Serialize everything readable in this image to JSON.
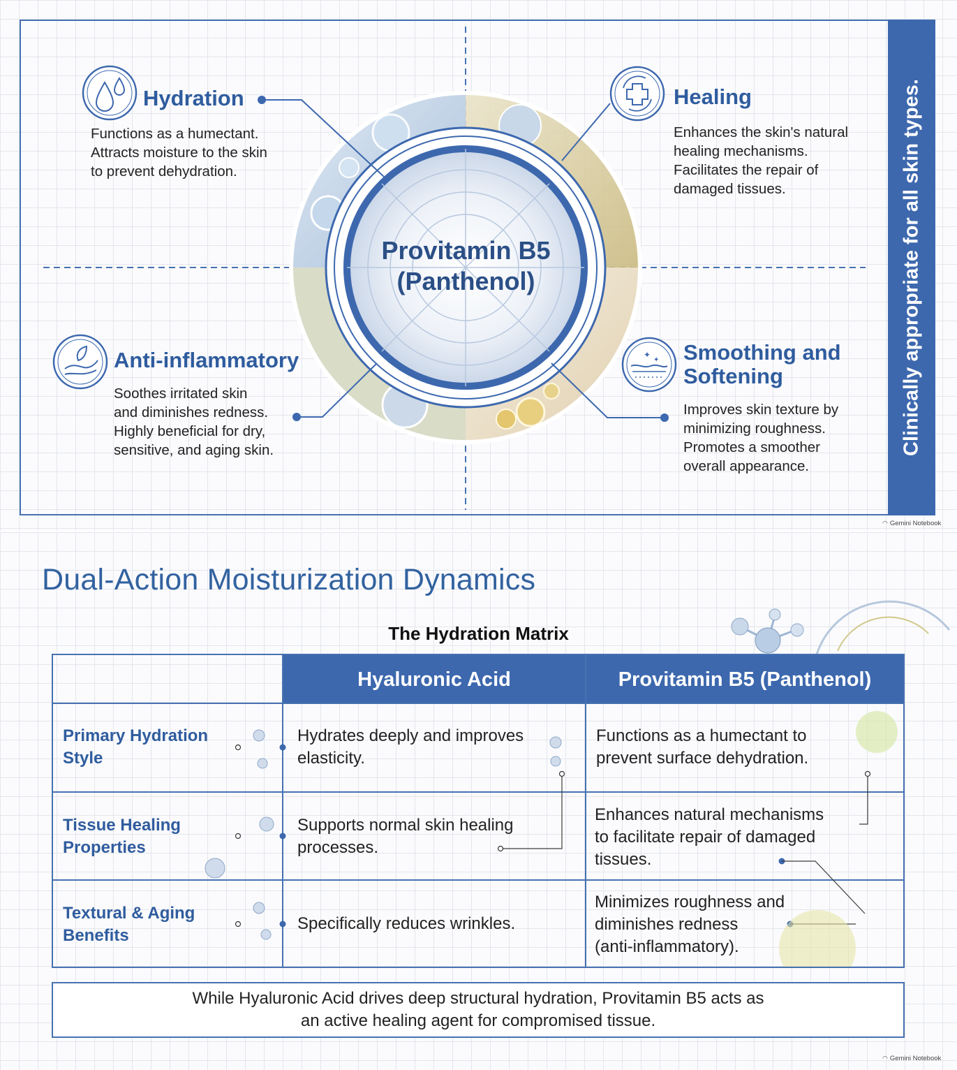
{
  "slide1": {
    "center_title_line1": "Provitamin B5",
    "center_title_line2": "(Panthenol)",
    "side_banner": "Clinically appropriate for all skin types.",
    "benefits": [
      {
        "title": "Hydration",
        "description": "Functions as a humectant.\nAttracts moisture to the skin\nto prevent dehydration.",
        "icon": "water-drops-icon"
      },
      {
        "title": "Healing",
        "description": "Enhances the skin's natural\nhealing mechanisms.\nFacilitates the repair of\ndamaged tissues.",
        "icon": "medical-cross-icon"
      },
      {
        "title": "Anti-inflammatory",
        "description": "Soothes irritated skin\nand diminishes redness.\nHighly beneficial for dry,\nsensitive, and aging skin.",
        "icon": "hand-leaf-icon"
      },
      {
        "title": "Smoothing and\nSoftening",
        "description": "Improves skin texture by\nminimizing roughness.\nPromotes a smoother\noverall appearance.",
        "icon": "skin-layers-icon"
      }
    ],
    "brand": "Gemini Notebook"
  },
  "slide2": {
    "title": "Dual-Action Moisturization Dynamics",
    "matrix_title": "The Hydration Matrix",
    "columns": [
      "Hyaluronic Acid",
      "Provitamin B5 (Panthenol)"
    ],
    "rows": [
      {
        "label": "Primary Hydration\nStyle",
        "hyaluronic": "Hydrates deeply and improves\nelasticity.",
        "panthenol": "Functions as a humectant to\nprevent surface dehydration."
      },
      {
        "label": "Tissue Healing\nProperties",
        "hyaluronic": "Supports normal skin healing\nprocesses.",
        "panthenol": "Enhances natural mechanisms\nto facilitate repair of damaged\ntissues."
      },
      {
        "label": "Textural & Aging\nBenefits",
        "hyaluronic": "Specifically reduces wrinkles.",
        "panthenol": "Minimizes roughness and\ndiminishes redness\n(anti-inflammatory)."
      }
    ],
    "summary": "While Hyaluronic Acid drives deep structural hydration, Provitamin B5 acts as\nan active healing agent for compromised tissue.",
    "brand": "Gemini Notebook"
  },
  "colors": {
    "accent": "#3d68ae",
    "title_blue": "#2f5c9e",
    "grid": "#e4e6ec"
  }
}
